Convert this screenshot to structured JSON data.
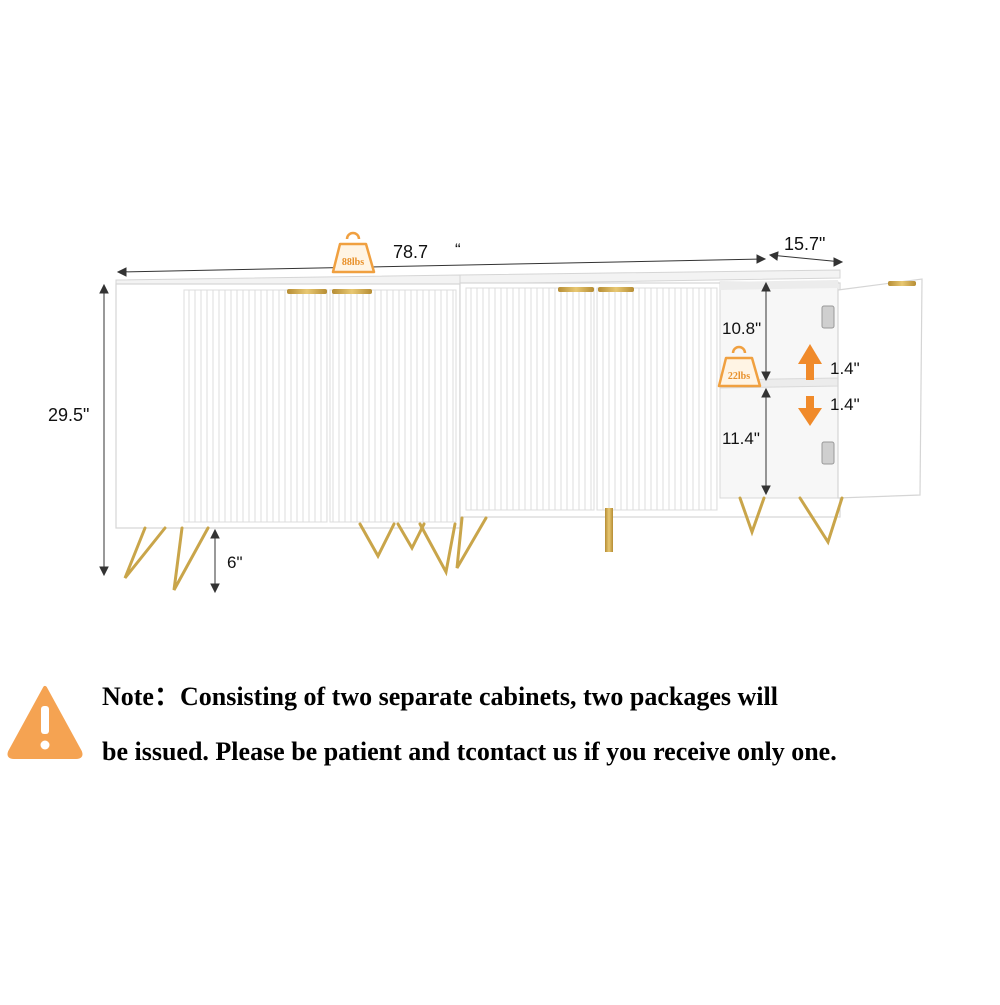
{
  "dimensions": {
    "width": "78.7",
    "width_mark": "“",
    "depth": "15.7\"",
    "height": "29.5\"",
    "leg_height": "6\"",
    "upper_space": "10.8\"",
    "lower_space": "11.4\"",
    "shelf_adjust_up": "1.4\"",
    "shelf_adjust_down": "1.4\""
  },
  "weights": {
    "top_capacity": "88lbs",
    "shelf_capacity": "22lbs"
  },
  "note": {
    "line1": "Note：Consisting of two separate cabinets, two packages will",
    "line2": "be issued. Please be patient and tcontact us if you receive only one."
  },
  "colors": {
    "cabinet": "#ffffff",
    "cabinet_edge": "#d9d9d9",
    "groove": "#e6e6e6",
    "gold": "#c9a54a",
    "weight_orange": "#f0a040",
    "arrow_orange": "#f08a2a",
    "warning_orange": "#f5a352"
  },
  "icons": {
    "top_weight": "weight-icon",
    "shelf_weight": "weight-icon",
    "shelf_arrow": "double-arrow-icon",
    "warning": "warning-triangle-icon"
  }
}
